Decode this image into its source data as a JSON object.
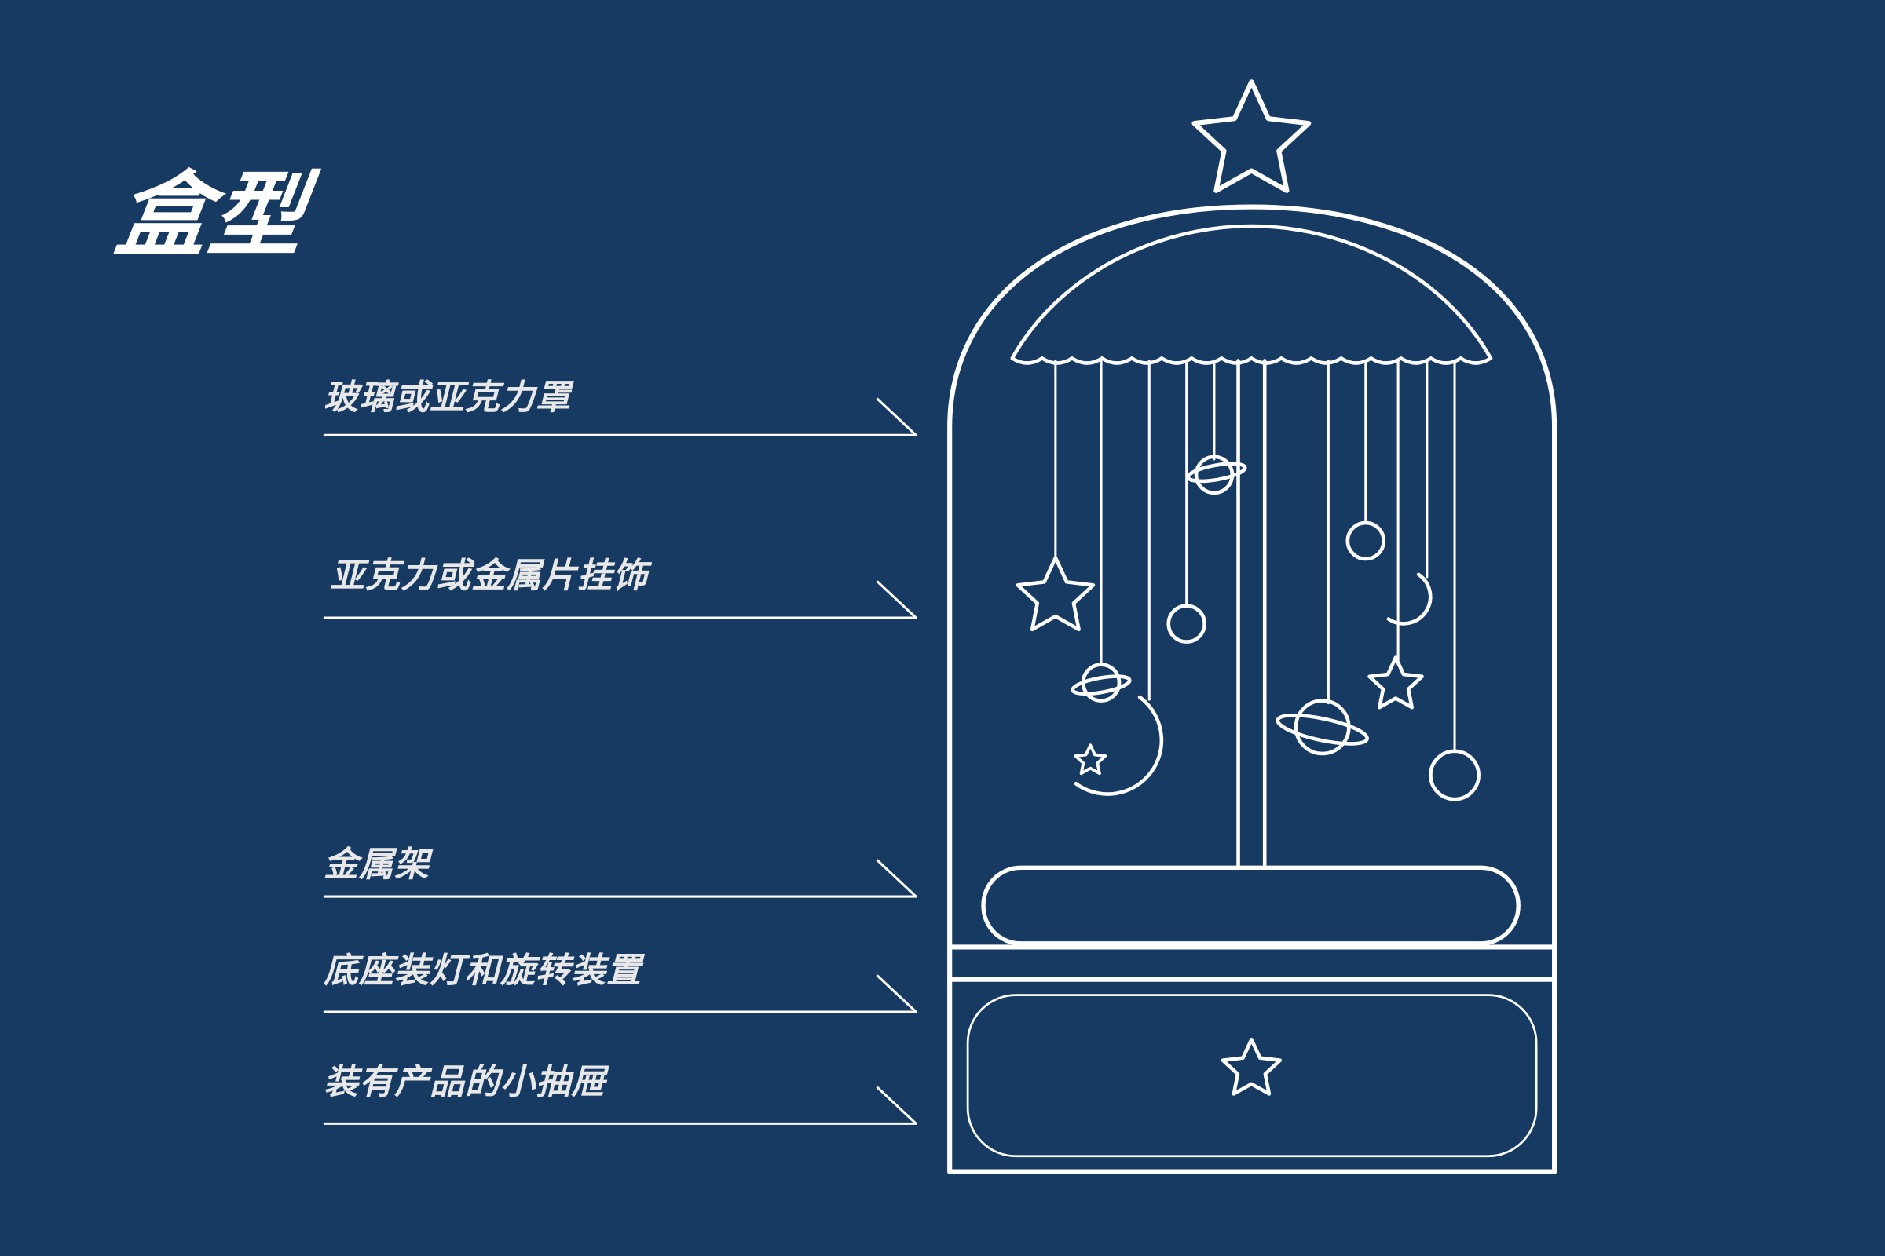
{
  "title": "盒型",
  "labels": [
    "玻璃或亚克力罩",
    "亚克力或金属片挂饰",
    "金属架",
    "底座装灯和旋转装置",
    "装有产品的小抽屉"
  ],
  "colors": {
    "background": "#163a62",
    "line": "#ffffff"
  }
}
